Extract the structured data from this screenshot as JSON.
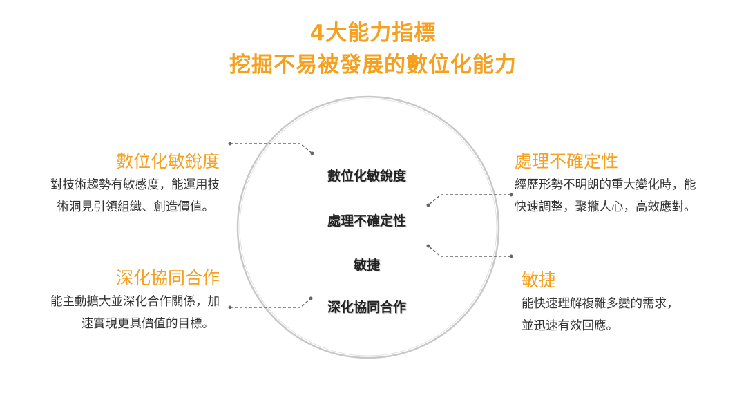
{
  "title": {
    "line1": "4大能力指標",
    "line2": "挖掘不易被發展的數位化能力"
  },
  "circle_labels": [
    "數位化敏銳度",
    "處理不確定性",
    "敏捷",
    "深化協同合作"
  ],
  "blocks": {
    "digital_acumen": {
      "heading": "數位化敏銳度",
      "line1": "對技術趨勢有敏感度，能運用技",
      "line2": "術洞見引領組織、創造價值。"
    },
    "collaboration": {
      "heading": "深化協同合作",
      "line1": "能主動擴大並深化合作關係，加",
      "line2": "速實現更具價值的目標。"
    },
    "uncertainty": {
      "heading": "處理不確定性",
      "line1": "經歷形勢不明朗的重大變化時，能",
      "line2": "快速調整，聚攏人心，高效應對。"
    },
    "agility": {
      "heading": "敏捷",
      "line1": "能快速理解複雜多變的需求，",
      "line2": "並迅速有效回應。"
    }
  },
  "colors": {
    "accent": "#F5A01E",
    "text": "#333333",
    "circle": "#C8C8C8"
  }
}
